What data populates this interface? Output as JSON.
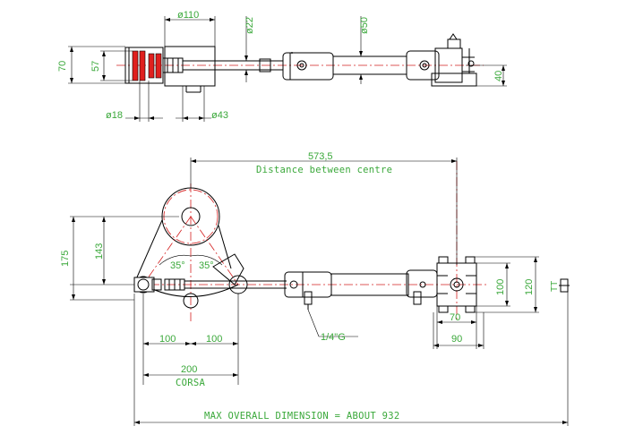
{
  "top_view": {
    "dia_110": "ø110",
    "dia_22": "ø22",
    "dia_50": "ø50",
    "dim_70": "70",
    "dim_57": "57",
    "dia_18": "ø18",
    "dia_43": "ø43",
    "dim_40": "40"
  },
  "side_view": {
    "dim_573": "573,5",
    "note_centre": "Distance between centre",
    "dim_175": "175",
    "dim_143": "143",
    "angle_left": "35°",
    "angle_right": "35°",
    "dim_100_left": "100",
    "dim_100_right": "100",
    "dim_200": "200",
    "note_corsa": "CORSA",
    "port": "1/4\"G",
    "dim_100_vert": "100",
    "dim_120_vert": "120",
    "dim_70_bottom": "70",
    "dim_90_bottom": "90",
    "dim_tt": "TT",
    "note_overall": "MAX OVERALL DIMENSION = ABOUT 932"
  },
  "colors": {
    "dimension": "#3aa83a",
    "centerline": "#d42020",
    "section_hatch": "#e0201e",
    "outline": "#000000"
  }
}
